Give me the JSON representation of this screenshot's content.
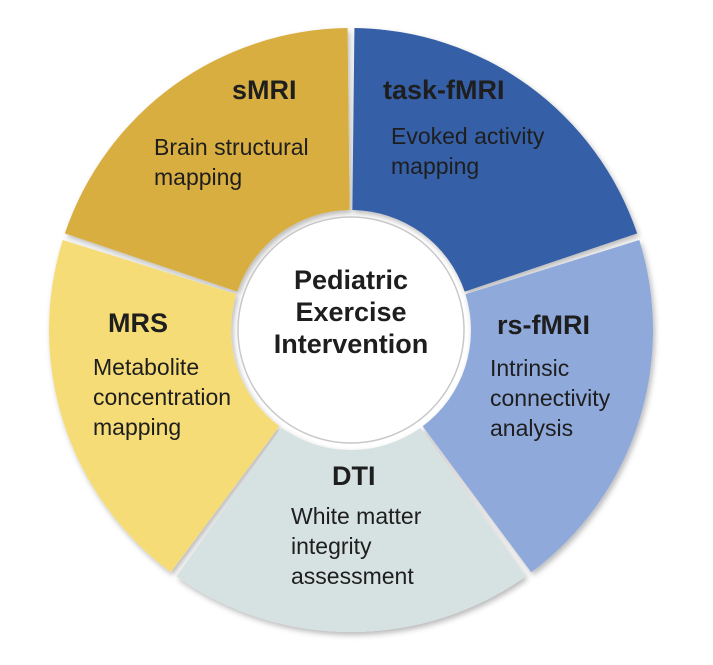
{
  "center": {
    "lines": [
      "Pediatric",
      "Exercise",
      "Intervention"
    ]
  },
  "segments": [
    {
      "key": "smri",
      "title": "sMRI",
      "desc": [
        "Brain structural",
        "mapping"
      ],
      "color": "#d9ae40"
    },
    {
      "key": "tfmri",
      "title": "task-fMRI",
      "desc": [
        "Evoked activity",
        "mapping"
      ],
      "color": "#355fa6"
    },
    {
      "key": "rfmri",
      "title": "rs-fMRI",
      "desc": [
        "Intrinsic",
        "connectivity",
        "analysis"
      ],
      "color": "#8fa9da"
    },
    {
      "key": "dti",
      "title": "DTI",
      "desc": [
        "White matter",
        "integrity",
        "assessment"
      ],
      "color": "#d6e2e1"
    },
    {
      "key": "mrs",
      "title": "MRS",
      "desc": [
        "Metabolite",
        "concentration",
        "mapping"
      ],
      "color": "#f6dc77"
    }
  ]
}
